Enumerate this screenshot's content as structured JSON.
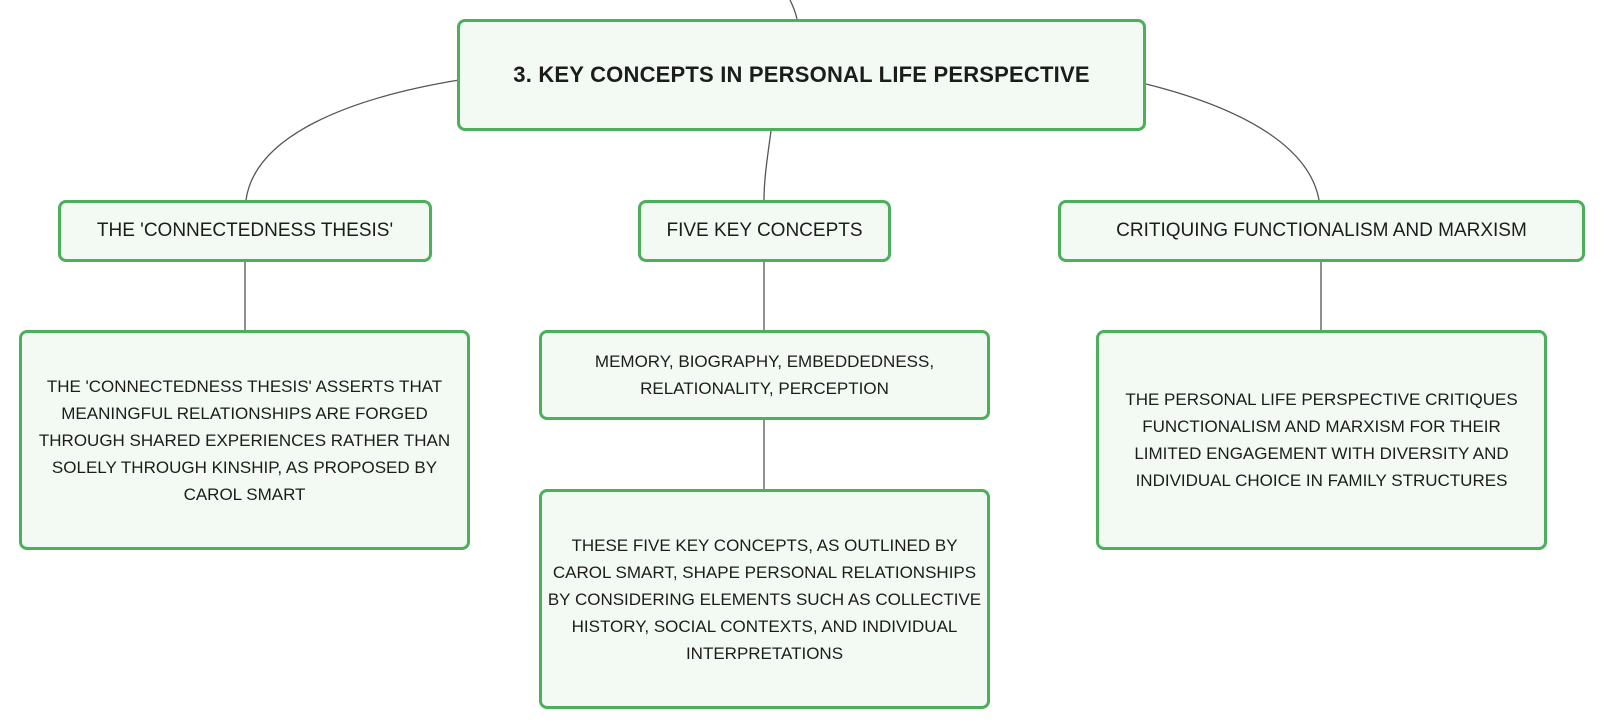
{
  "diagram": {
    "root": {
      "label": "3. KEY CONCEPTS IN PERSONAL LIFE PERSPECTIVE"
    },
    "branches": [
      {
        "label": "THE 'CONNECTEDNESS THESIS'",
        "children": [
          {
            "label": "THE 'CONNECTEDNESS THESIS' ASSERTS THAT MEANINGFUL RELATIONSHIPS ARE FORGED THROUGH SHARED EXPERIENCES RATHER THAN SOLELY THROUGH KINSHIP, AS PROPOSED BY CAROL SMART"
          }
        ]
      },
      {
        "label": "FIVE KEY CONCEPTS",
        "children": [
          {
            "label": "MEMORY, BIOGRAPHY, EMBEDDEDNESS, RELATIONALITY, PERCEPTION"
          },
          {
            "label": "THESE FIVE KEY CONCEPTS, AS OUTLINED BY CAROL SMART, SHAPE PERSONAL RELATIONSHIPS BY CONSIDERING ELEMENTS SUCH AS COLLECTIVE HISTORY, SOCIAL CONTEXTS, AND INDIVIDUAL INTERPRETATIONS"
          }
        ]
      },
      {
        "label": "CRITIQUING FUNCTIONALISM AND MARXISM",
        "children": [
          {
            "label": "THE PERSONAL LIFE PERSPECTIVE CRITIQUES FUNCTIONALISM AND MARXISM FOR THEIR LIMITED ENGAGEMENT WITH DIVERSITY AND INDIVIDUAL CHOICE IN FAMILY STRUCTURES"
          }
        ]
      }
    ]
  },
  "colors": {
    "node_border": "#4caf5c",
    "node_fill": "#f2faf3",
    "edge": "#555555",
    "text": "#1c1c1c"
  }
}
